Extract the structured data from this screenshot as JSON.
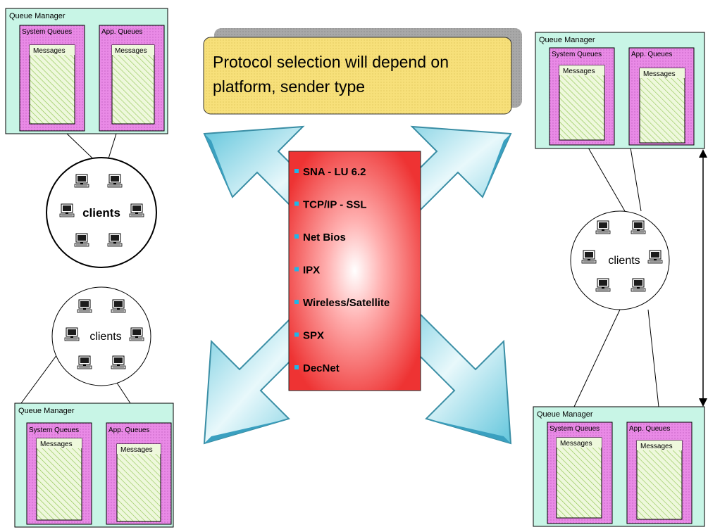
{
  "callout": {
    "line1": "Protocol selection will depend on",
    "line2": "platform, sender type"
  },
  "queue_managers": [
    {
      "title": "Queue Manager",
      "system_queues": "System Queues",
      "app_queues": "App. Queues",
      "messages_1": "Messages",
      "messages_2": "Messages"
    },
    {
      "title": "Queue Manager",
      "system_queues": "System Queues",
      "app_queues": "App. Queues",
      "messages_1": "Messages",
      "messages_2": "Messages"
    },
    {
      "title": "Queue Manager",
      "system_queues": "System Queues",
      "app_queues": "App. Queues",
      "messages_1": "Messages",
      "messages_2": "Messages"
    },
    {
      "title": "Queue Manager",
      "system_queues": "System Queues",
      "app_queues": "App. Queues",
      "messages_1": "Messages",
      "messages_2": "Messages"
    }
  ],
  "client_groups": [
    {
      "label": "clients"
    },
    {
      "label": "clients"
    },
    {
      "label": "clients"
    }
  ],
  "protocols": [
    "SNA  - LU 6.2",
    "TCP/IP - SSL",
    "Net Bios",
    "IPX",
    "Wireless/Satellite",
    "SPX",
    "DecNet"
  ],
  "colors": {
    "qm_fill": "#c8f5e6",
    "queue_fill": "#e98ae6",
    "message_fill": "#e6f5c8",
    "callout_fill": "#f7e07a",
    "arrow_fill": "#9adce8",
    "protocol_box": "#f04040",
    "bullet": "#1fb6e8"
  }
}
